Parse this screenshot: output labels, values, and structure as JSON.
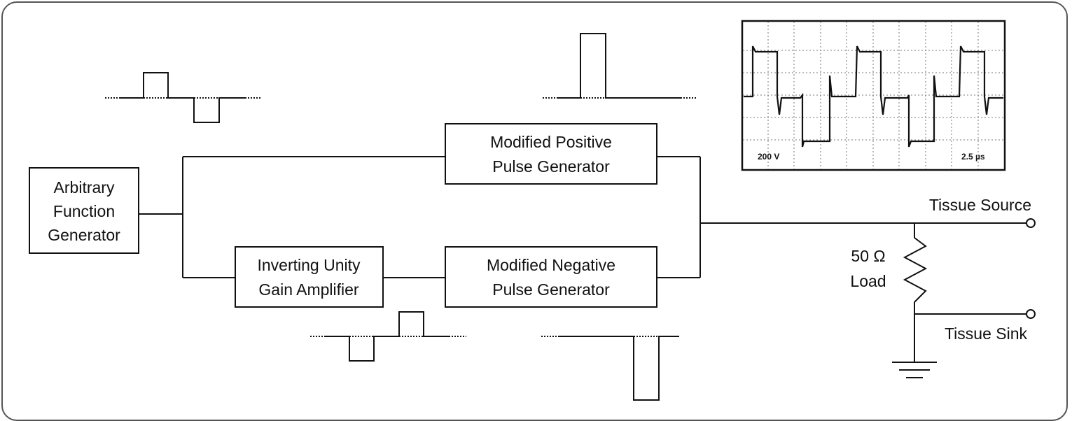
{
  "blocks": {
    "afg": [
      "Arbitrary",
      "Function",
      "Generator"
    ],
    "pos": [
      "Modified Positive",
      "Pulse Generator"
    ],
    "inv": [
      "Inverting Unity",
      "Gain Amplifier"
    ],
    "neg": [
      "Modified Negative",
      "Pulse Generator"
    ]
  },
  "labels": {
    "tissue_source": "Tissue Source",
    "tissue_sink": "Tissue Sink",
    "load_value": "50 Ω",
    "load_word": "Load"
  },
  "scope": {
    "voltage_scale": "200 V",
    "time_scale": "2.5 µs"
  }
}
